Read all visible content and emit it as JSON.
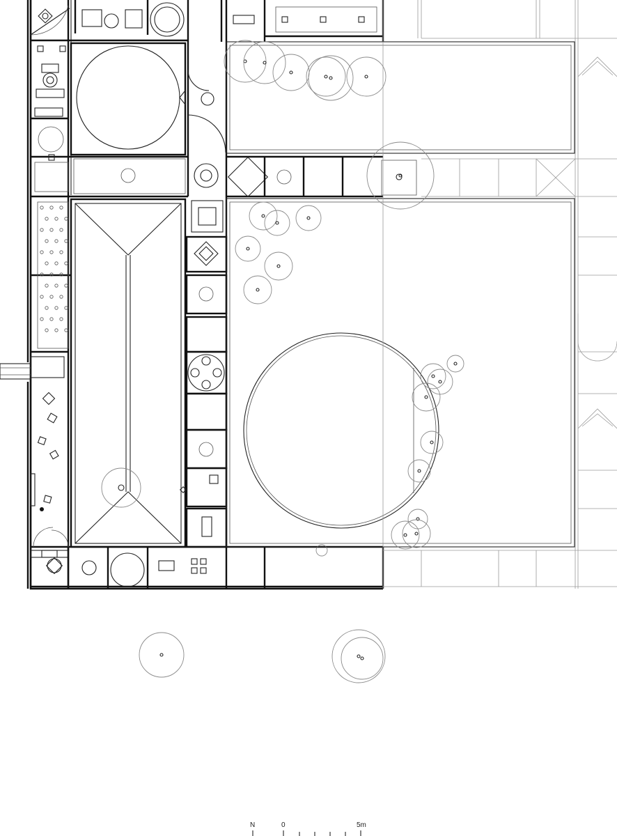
{
  "scale_bar": {
    "north_label": "N",
    "start_label": "0",
    "end_label": "5m"
  }
}
